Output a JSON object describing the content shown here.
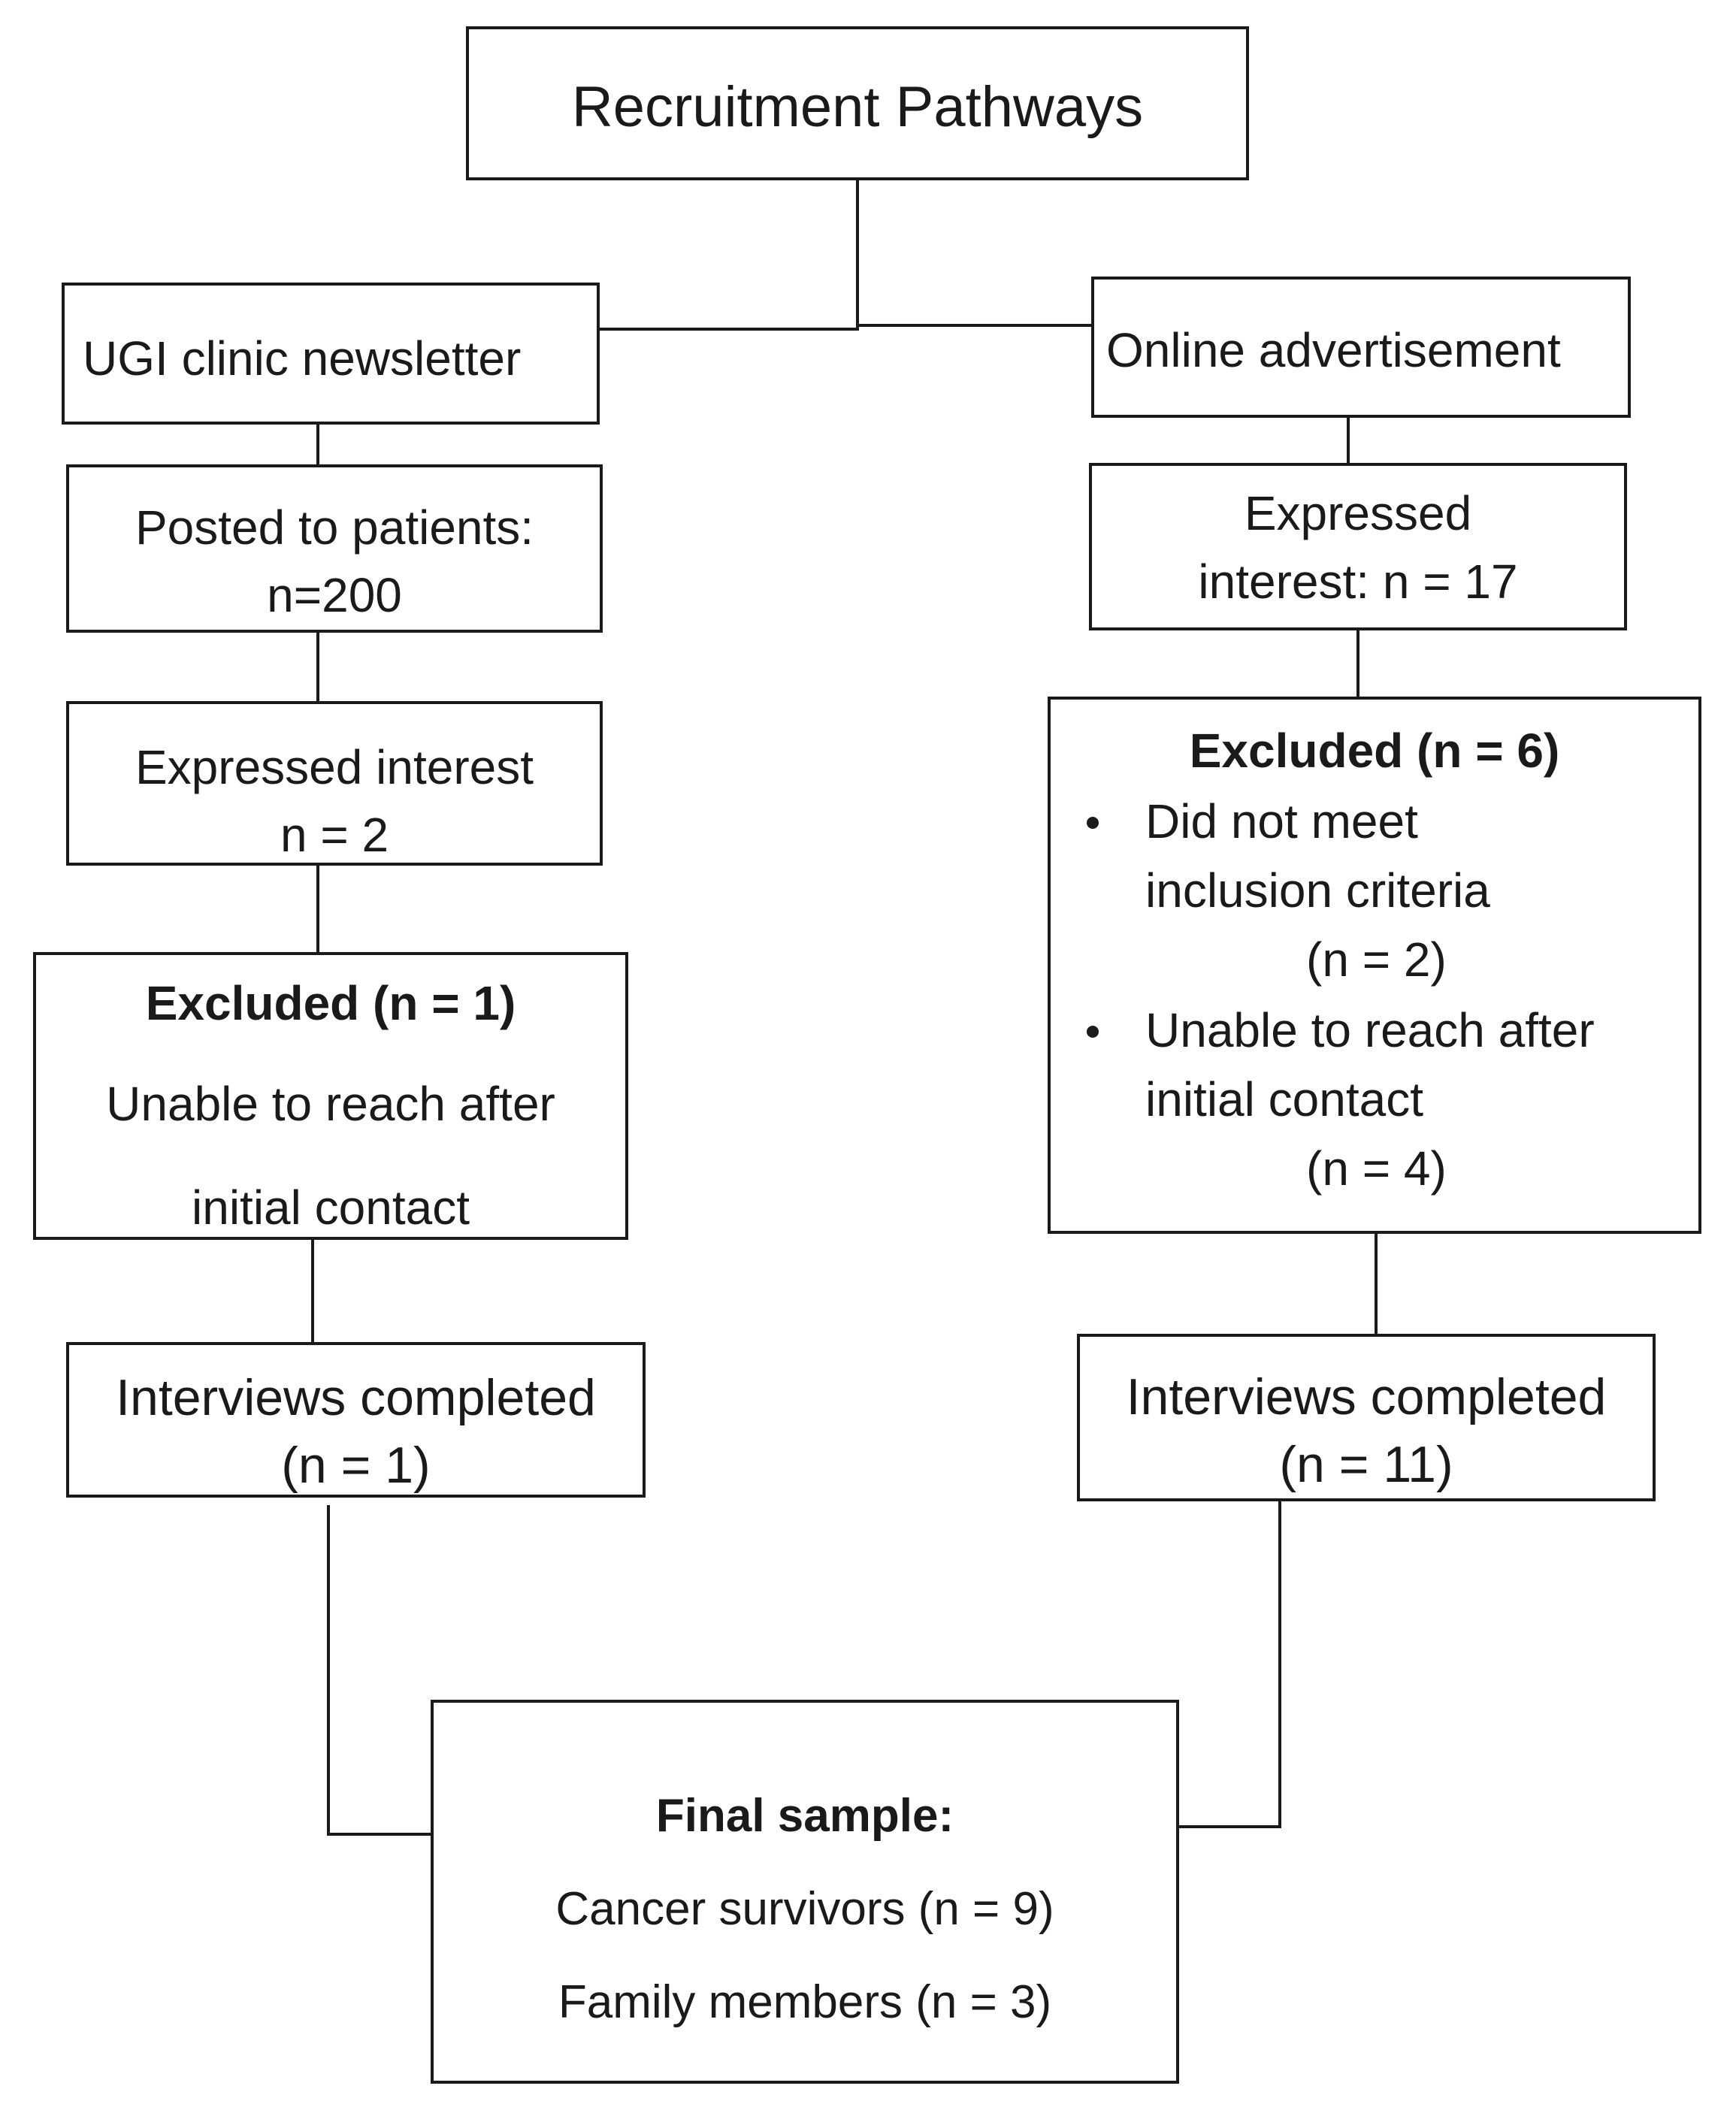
{
  "title": "Recruitment Pathways",
  "left": {
    "source": "UGI clinic newsletter",
    "posted": [
      "Posted to patients:",
      "n=200"
    ],
    "interest": [
      "Expressed interest",
      "n = 2"
    ],
    "excluded_title": "Excluded (n = 1)",
    "excluded_reason": [
      "Unable to reach after",
      "initial contact"
    ],
    "completed": [
      "Interviews completed",
      "(n = 1)"
    ]
  },
  "right": {
    "source": "Online advertisement",
    "interest": [
      "Expressed",
      "interest: n = 17"
    ],
    "excluded_title": "Excluded (n = 6)",
    "excluded_items": [
      {
        "lines": [
          "Did not meet",
          "inclusion criteria"
        ],
        "count": "(n = 2)"
      },
      {
        "lines": [
          "Unable to reach after",
          "initial contact"
        ],
        "count": "(n = 4)"
      }
    ],
    "completed": [
      "Interviews completed",
      "(n = 11)"
    ]
  },
  "final": {
    "title": "Final sample:",
    "lines": [
      "Cancer survivors (n = 9)",
      "Family members (n = 3)"
    ]
  }
}
